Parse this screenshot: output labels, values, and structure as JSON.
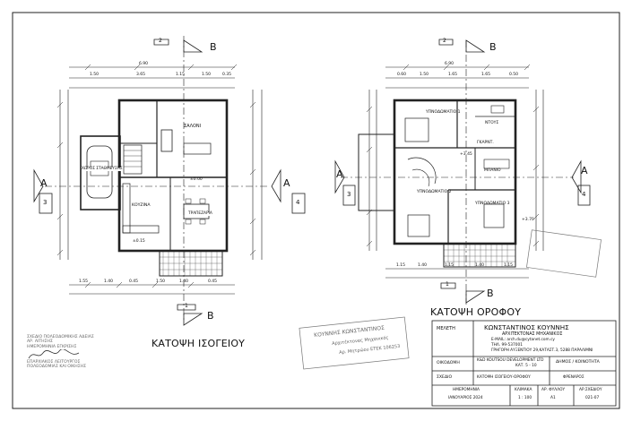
{
  "plans": {
    "ground": {
      "title": "ΚΑΤΟΨΗ ΙΣΟΓΕΙΟΥ",
      "rooms": [
        "ΣΑΛΟΝΙ",
        "ΧΩΡΟΣ ΣΤΑΘΜΕΥΣΗΣ",
        "ΚΟΥΖΙΝΑ",
        "ΤΡΑΠΕΖΑΡΙΑ"
      ],
      "top_dims": [
        "6.90",
        "1.50",
        "3.65",
        "1.15",
        "1.50",
        "0.35"
      ],
      "bottom_dims": [
        "1.55",
        "1.40",
        "0.45",
        "1.50",
        "1.40",
        "0.45"
      ],
      "levels": [
        "±0.00",
        "±0.15"
      ]
    },
    "upper": {
      "title": "ΚΑΤΟΨΗ ΟΡΟΦΟΥ",
      "rooms": [
        "ΥΠΝΟΔΩΜΑΤΙΟ 1",
        "ΝΤΟΥΣ",
        "ΓΚΑΡΝΤ.",
        "ΜΠΑΝΙΟ",
        "ΥΠΝΟΔΩΜΑΤΙΟ 2",
        "ΥΠΝΟΔΩΜΑΤΙΟ 3"
      ],
      "top_dims": [
        "6.90",
        "0.60",
        "1.50",
        "1.65",
        "1.65",
        "0.50"
      ],
      "bottom_dims": [
        "1.15",
        "1.40",
        "1.15",
        "1.40",
        "1.15"
      ],
      "levels": [
        "+3.70",
        "+3.45"
      ]
    }
  },
  "section_marks": {
    "a": "A",
    "b": "B",
    "n1": "1",
    "n2": "2",
    "n3": "3",
    "n4": "4"
  },
  "title_block": {
    "label_study": "ΜΕΛΕΤΗ",
    "architect_name": "ΚΩΝΣΤΑΝΤΙΝΟΣ ΚΟΥΝΝΗΣ",
    "architect_title": "ΑΡΧΙΤΕΚΤΟΝΑΣ ΜΗΧΑΝΙΚΟΣ",
    "email": "E-MAIL: arch.du@cytanet.com.cy",
    "phone": "ΤΗΛ. 99-537001",
    "address": "ΓΡΗΓΟΡΗ ΑΥΞΕΝΤΙΟΥ 29,ΚΑΤΑΣΤ.3, 5288 ΠΑΡΑΛΙΜΝΙ",
    "label_building": "ΟΙΚΟΔΟΜΗ",
    "developer": "K&D KOUTSOU DEVELOPMENT LTD",
    "plot": "ΚΑΤ. 5 - 10",
    "label_municipality": "ΔΗΜΟΣ / ΚΟΙΝΟΤΗΤΑ",
    "label_drawing": "ΣΧΕΔΙΟ",
    "drawing_name": "ΚΑΤΟΨΗ ΙΣΟΓΕΙΟΥ-ΟΡΟΦΟΥ",
    "municipality": "ΦΡΕΝΑΡΟΣ",
    "label_date": "ΗΜΕΡΟΜΗΝΙΑ",
    "date": "ΙΑΝΟΥΑΡΙΟΣ 2024",
    "label_scale": "ΚΛΙΜΑΚΑ",
    "scale": "1 : 100",
    "label_sheet": "ΑΡ. ΦΥΛΛΟΥ",
    "sheet": "Α1",
    "label_drawing_no": "ΑΡ.ΣΧΕΔΙΟΥ",
    "drawing_no": "021-07"
  },
  "stamps": {
    "architect_stamp": "ΚΟΥΝΝΗΣ ΚΩΝΣΤΑΝΤΙΝΟΣ",
    "architect_stamp_2": "Αρχιτέκτονας Μηχανικός",
    "architect_stamp_3": "Αρ. Μητρώου ΕΤΕΚ 106253",
    "left_stamp": [
      "ΣΧΕΔΙΟ ΠΟΛΕΟΔΟΜΙΚΗΣ ΑΔΕΙΑΣ",
      "ΑΡ. ΑΙΤΗΣΗΣ",
      "ΗΜΕΡΟΜΗΝΙΑ ΕΓΚΡΙΣΗΣ",
      "ΕΠΑΡΧΙΑΚΟΣ ΛΕΙΤΟΥΡΓΟΣ",
      "ΠΟΛΕΟΔΟΜΙΑΣ ΚΑΙ ΟΙΚΗΣΗΣ"
    ]
  }
}
